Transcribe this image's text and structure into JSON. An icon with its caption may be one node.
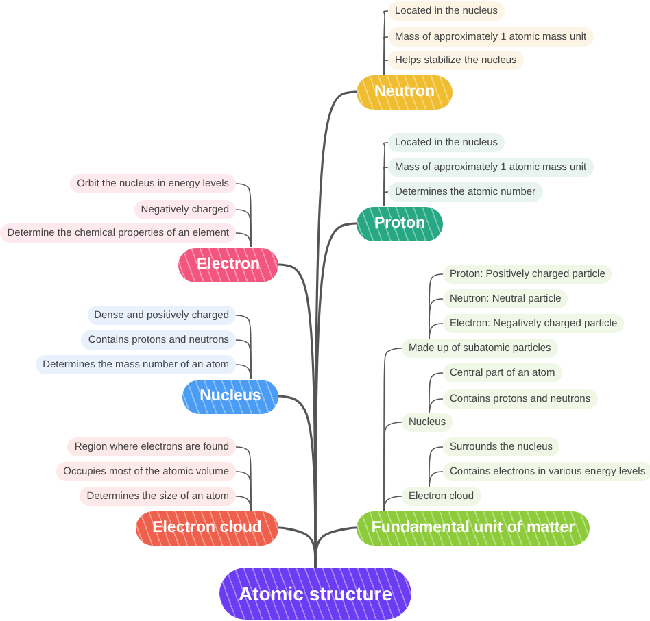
{
  "diagram": {
    "nodes": [
      {
        "text": [
          "Atomic structure"
        ]
      },
      {
        "text": [
          "Neutron"
        ]
      },
      {
        "text": [
          "Located in the nucleus"
        ]
      },
      {
        "text": [
          "Mass of approximately 1 atomic mass unit"
        ]
      },
      {
        "text": [
          "Helps stabilize the nucleus"
        ]
      },
      {
        "text": [
          "Proton"
        ]
      },
      {
        "text": [
          "Located in the nucleus"
        ]
      },
      {
        "text": [
          "Mass of approximately 1 atomic mass unit"
        ]
      },
      {
        "text": [
          "Determines the atomic number"
        ]
      },
      {
        "text": [
          "Electron"
        ]
      },
      {
        "text": [
          "Orbit the nucleus in energy levels"
        ]
      },
      {
        "text": [
          "Negatively charged"
        ]
      },
      {
        "text": [
          "Determine the chemical properties of an element"
        ]
      },
      {
        "text": [
          "Nucleus"
        ]
      },
      {
        "text": [
          "Dense and positively charged"
        ]
      },
      {
        "text": [
          "Contains protons and neutrons"
        ]
      },
      {
        "text": [
          "Determines the mass number of an atom"
        ]
      },
      {
        "text": [
          "Electron cloud"
        ]
      },
      {
        "text": [
          "Region where electrons are found"
        ]
      },
      {
        "text": [
          "Occupies most of the atomic volume"
        ]
      },
      {
        "text": [
          "Determines the size of an atom"
        ]
      },
      {
        "text": [
          "Fundamental unit of matter"
        ]
      },
      {
        "text": [
          "Made up of subatomic particles"
        ]
      },
      {
        "text": [
          "Proton: Positively charged particle"
        ]
      },
      {
        "text": [
          "Neutron: Neutral particle"
        ]
      },
      {
        "text": [
          "Electron: Negatively charged particle"
        ]
      },
      {
        "text": [
          "Nucleus"
        ]
      },
      {
        "text": [
          "Central part of an atom"
        ]
      },
      {
        "text": [
          "Contains protons and neutrons"
        ]
      },
      {
        "text": [
          "Electron cloud"
        ]
      },
      {
        "text": [
          "Surrounds the nucleus"
        ]
      },
      {
        "text": [
          "Contains electrons in various energy levels"
        ]
      }
    ],
    "edges": [
      {
        "from": 0,
        "to": 1,
        "arrow": "none"
      },
      {
        "from": 1,
        "to": 2,
        "arrow": "none"
      },
      {
        "from": 1,
        "to": 3,
        "arrow": "none"
      },
      {
        "from": 1,
        "to": 4,
        "arrow": "none"
      },
      {
        "from": 0,
        "to": 5,
        "arrow": "none"
      },
      {
        "from": 5,
        "to": 6,
        "arrow": "none"
      },
      {
        "from": 5,
        "to": 7,
        "arrow": "none"
      },
      {
        "from": 5,
        "to": 8,
        "arrow": "none"
      },
      {
        "from": 0,
        "to": 9,
        "arrow": "none"
      },
      {
        "from": 9,
        "to": 10,
        "arrow": "none"
      },
      {
        "from": 9,
        "to": 11,
        "arrow": "none"
      },
      {
        "from": 9,
        "to": 12,
        "arrow": "none"
      },
      {
        "from": 0,
        "to": 13,
        "arrow": "none"
      },
      {
        "from": 13,
        "to": 14,
        "arrow": "none"
      },
      {
        "from": 13,
        "to": 15,
        "arrow": "none"
      },
      {
        "from": 13,
        "to": 16,
        "arrow": "none"
      },
      {
        "from": 0,
        "to": 17,
        "arrow": "none"
      },
      {
        "from": 17,
        "to": 18,
        "arrow": "none"
      },
      {
        "from": 17,
        "to": 19,
        "arrow": "none"
      },
      {
        "from": 17,
        "to": 20,
        "arrow": "none"
      },
      {
        "from": 0,
        "to": 21,
        "arrow": "none"
      },
      {
        "from": 21,
        "to": 22,
        "arrow": "none"
      },
      {
        "from": 22,
        "to": 23,
        "arrow": "none"
      },
      {
        "from": 22,
        "to": 24,
        "arrow": "none"
      },
      {
        "from": 22,
        "to": 25,
        "arrow": "none"
      },
      {
        "from": 21,
        "to": 26,
        "arrow": "none"
      },
      {
        "from": 26,
        "to": 27,
        "arrow": "none"
      },
      {
        "from": 26,
        "to": 28,
        "arrow": "none"
      },
      {
        "from": 21,
        "to": 29,
        "arrow": "none"
      },
      {
        "from": 29,
        "to": 30,
        "arrow": "none"
      },
      {
        "from": 29,
        "to": 31,
        "arrow": "none"
      }
    ]
  }
}
